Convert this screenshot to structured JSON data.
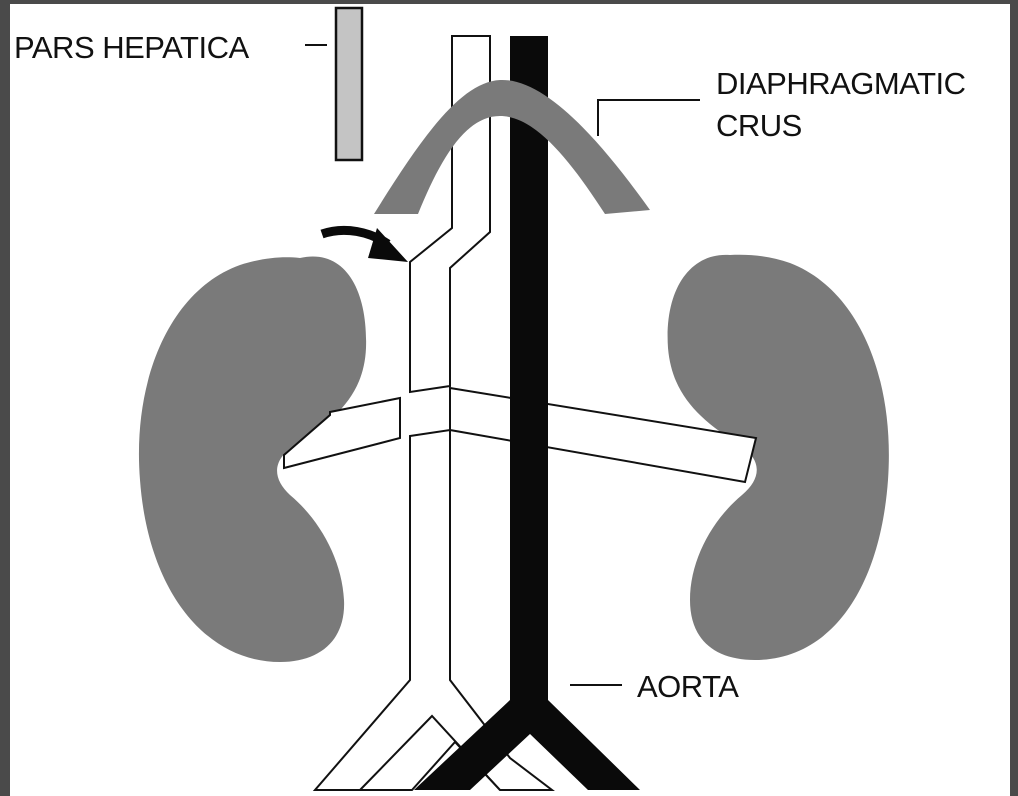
{
  "labels": {
    "pars_hepatica": "PARS HEPATICA",
    "diaphragmatic_line1": "DIAPHRAGMATIC",
    "diaphragmatic_line2": "CRUS",
    "aorta": "AORTA"
  },
  "colors": {
    "frame": "#4a4a4a",
    "canvas": "#ffffff",
    "organ": "#7a7a7a",
    "aorta": "#0a0a0a",
    "pars_hepatica_fill": "#c4c4c4",
    "outline": "#111111"
  }
}
